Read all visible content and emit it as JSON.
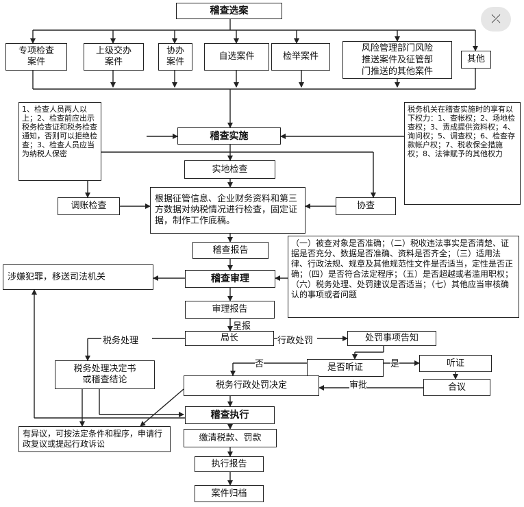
{
  "title": "稽查选案",
  "sources": [
    "专项检查\n案件",
    "上级交办\n案件",
    "协办\n案件",
    "自选案件",
    "检举案件",
    "风险管理部门风险\n推送案件及征管部\n门推送的其他案件",
    "其他"
  ],
  "left_note": "1、检查人员两人以上；2、检查前应出示税务检查证和税务检查通知，否则可以拒绝检查；3、检查人员应当为纳税人保密",
  "right_note": "税务机关在稽查实施时的享有以下权力：1、查帐权；2、场地检查权；3、责成提供资料权；4、询问权；5、调查权；6、检查存款帐户权；7、税收保全措施权；8、法律赋予的其他权力",
  "implement": "稽查实施",
  "field_check": "实地检查",
  "adjust_check": "调账检查",
  "assist": "协查",
  "evidence": "根据征管信息、企业财务资料和第三方数据对纳税情况进行检查，固定证据，制作工作底稿。",
  "report": "稽查报告",
  "review_note": "（一）被查对象是否准确；（二）税收违法事实是否清楚、证据是否充分、数据是否准确、资料是否齐全；（三）适用法律、行政法规、规章及其他规范性文件是否适当，定性是否正确；（四）是否符合法定程序；（五）是否超越或者滥用职权；（六）税务处理、处罚建议是否适当；（七）其他应当审核确认的事项或者问题",
  "crime": "涉嫌犯罪，移送司法机关",
  "review": "稽查审理",
  "review_report": "审理报告",
  "submit": "呈报",
  "director": "局长",
  "tax_handling": "税务处理",
  "admin_penalty": "行政处罚",
  "penalty_notice": "处罚事项告知",
  "hearing_q": "是否听证",
  "no": "否",
  "yes": "是",
  "hearing": "听证",
  "decision_book": "税务处理决定书\n或稽查结论",
  "approve": "审批",
  "deliberate": "合议",
  "penalty_decision": "税务行政处罚决定",
  "execute": "稽查执行",
  "objection": "有异议，可按法定条件和程序，申请行政复议或提起行政诉讼",
  "pay": "缴清税款、罚款",
  "exec_report": "执行报告",
  "archive": "案件归档"
}
